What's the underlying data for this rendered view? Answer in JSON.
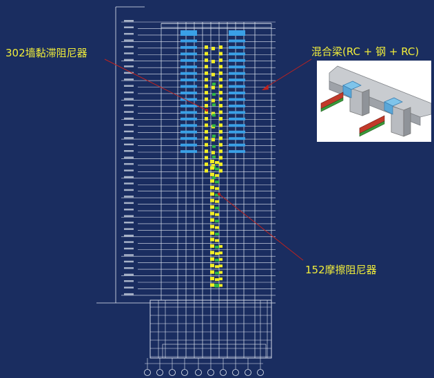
{
  "labels": {
    "viscous_damper": "302墙黏滞阻尼器",
    "hybrid_beam": "混合梁(RC + 钢 + RC)",
    "friction_damper": "152摩擦阻尼器"
  },
  "colors": {
    "background": "#1a2d60",
    "lines": "#e6ecf5",
    "label_text": "#f2ee3a",
    "leader_line": "#c0221e",
    "viscous_wall_damper": "#3aa0e6",
    "yellow_damper": "#f2ee26",
    "friction_damper_green": "#2fb646"
  },
  "inset_icons": [
    "concrete-beam-icon",
    "steel-beam-icon",
    "column-icon"
  ]
}
